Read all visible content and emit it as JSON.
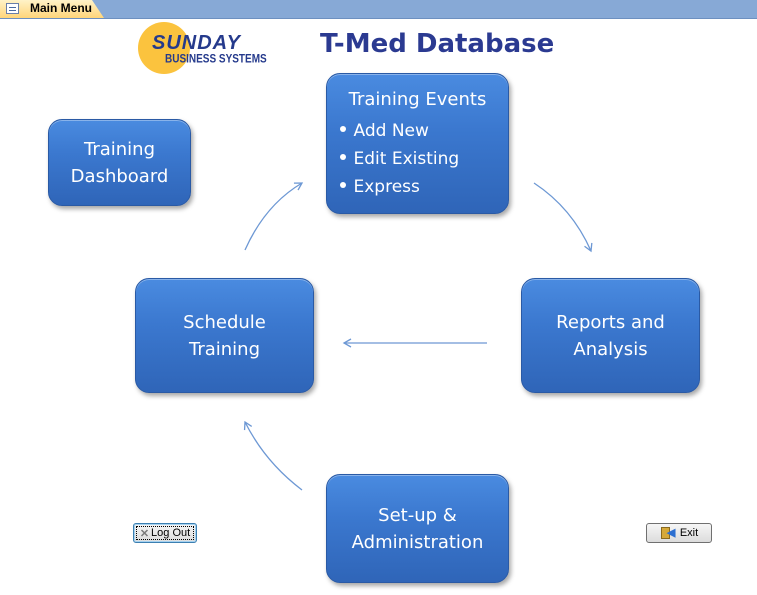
{
  "tab": {
    "label": "Main Menu",
    "icon": "form-icon"
  },
  "logo": {
    "main": "SUNDAY",
    "sub": "BUSINESS SYSTEMS"
  },
  "title": "T-Med Database",
  "boxes": {
    "training_events": {
      "title": "Training Events",
      "items": [
        "Add New",
        "Edit Existing",
        "Express"
      ]
    },
    "dashboard": {
      "line1": "Training",
      "line2": "Dashboard"
    },
    "schedule": {
      "line1": "Schedule",
      "line2": "Training"
    },
    "reports": {
      "line1": "Reports and",
      "line2": "Analysis"
    },
    "setup": {
      "line1": "Set-up &",
      "line2": "Administration"
    }
  },
  "buttons": {
    "logout": {
      "label": "Log Out",
      "icon": "x-icon"
    },
    "exit": {
      "label": "Exit",
      "icon": "exit-door-icon"
    }
  },
  "colors": {
    "box": "#3b78cf",
    "title": "#2b3a91",
    "arrow": "#6d98d4",
    "tabbar": "#87a9d6",
    "logo_sun": "#fbc33e"
  }
}
